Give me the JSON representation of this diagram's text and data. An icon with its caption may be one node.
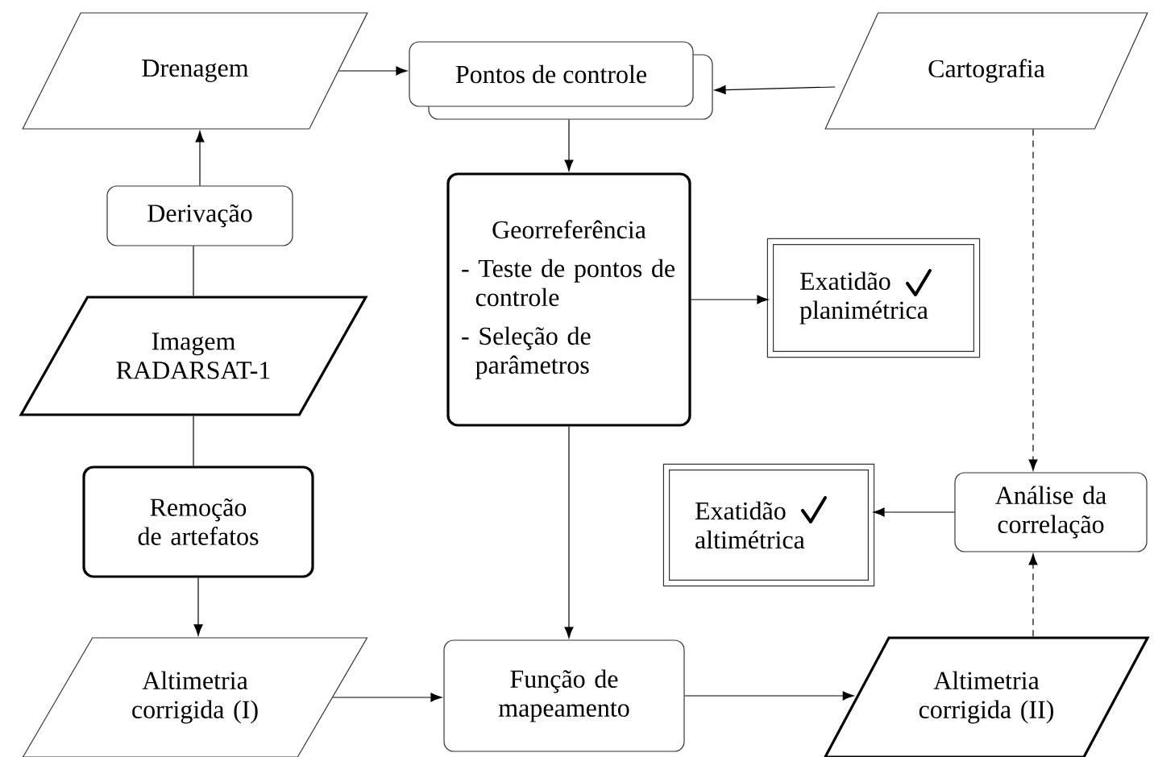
{
  "diagram": {
    "nodes": [
      {
        "text": [
          "Drenagem"
        ]
      },
      {
        "text": [
          "Pontos de controle"
        ]
      },
      {
        "text": [
          "Cartografia"
        ]
      },
      {
        "text": [
          "Derivação"
        ]
      },
      {
        "text": [
          "Georreferência",
          "- Teste de pontos de controle",
          "- Seleção de parâmetros"
        ]
      },
      {
        "text": [
          "Exatidão planimétrica"
        ]
      },
      {
        "text": [
          "Imagem RADARSAT-1"
        ]
      },
      {
        "text": [
          "Remoção de artefatos"
        ]
      },
      {
        "text": [
          "Análise da correlação"
        ]
      },
      {
        "text": [
          "Exatidão altimétrica"
        ]
      },
      {
        "text": [
          "Altimetria corrigida (I)"
        ]
      },
      {
        "text": [
          "Função de mapeamento"
        ]
      },
      {
        "text": [
          "Altimetria corrigida (II)"
        ]
      }
    ],
    "edges": [
      {
        "from": 0,
        "to": 1,
        "arrow": "to"
      },
      {
        "from": 2,
        "to": 1,
        "arrow": "to"
      },
      {
        "from": 1,
        "to": 4,
        "arrow": "to"
      },
      {
        "from": 3,
        "to": 0,
        "arrow": "to"
      },
      {
        "from": 6,
        "to": 3,
        "arrow": "none"
      },
      {
        "from": 6,
        "to": 7,
        "arrow": "none"
      },
      {
        "from": 4,
        "to": 5,
        "arrow": "to"
      },
      {
        "from": 2,
        "to": 8,
        "arrow": "to",
        "style": "dashed"
      },
      {
        "from": 8,
        "to": 9,
        "arrow": "to"
      },
      {
        "from": 7,
        "to": 10,
        "arrow": "to"
      },
      {
        "from": 4,
        "to": 11,
        "arrow": "to"
      },
      {
        "from": 10,
        "to": 11,
        "arrow": "to"
      },
      {
        "from": 11,
        "to": 12,
        "arrow": "to"
      },
      {
        "from": 12,
        "to": 8,
        "arrow": "to",
        "style": "dashed"
      }
    ]
  }
}
